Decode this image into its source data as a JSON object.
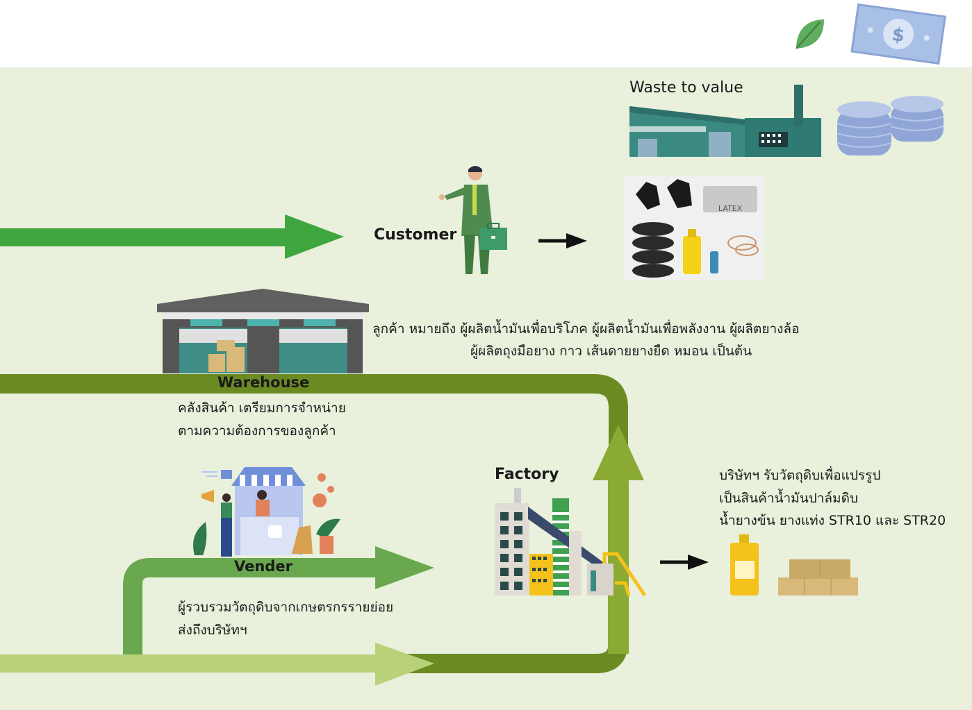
{
  "labels": {
    "waste_to_value": "Waste to value",
    "customer": "Customer",
    "warehouse": "Warehouse",
    "factory": "Factory",
    "vender": "Vender"
  },
  "products": {
    "latex_text": "LATEX"
  },
  "descriptions": {
    "customer_line1": "ลูกค้า หมายถึง  ผู้ผลิตน้ำมันเพื่อบริโภค ผู้ผลิตน้ำมันเพื่อพลังงาน ผู้ผลิตยางล้อ",
    "customer_line2": "ผู้ผลิตถุงมือยาง กาว เส้นดายยางยืด หมอน เป็นต้น",
    "warehouse_line1": "คลังสินค้า เตรียมการจำหน่าย",
    "warehouse_line2": "ตามความต้องการของลูกค้า",
    "factory_line1": "บริษัทฯ รับวัตถุดิบเพื่อแปรรูป",
    "factory_line2": "เป็นสินค้าน้ำมันปาล์มดิบ",
    "factory_line3": "น้ำยางข้น ยางแท่ง STR10 และ STR20",
    "vender_line1": "ผู้รวบรวมวัตถุดิบจากเกษตรกรรายย่อย",
    "vender_line2": "ส่งถึงบริษัทฯ"
  },
  "colors": {
    "panel_bg": "#e9f0dc",
    "arrow_top": "#3fa63f",
    "arrow_dark": "#6b8b22",
    "arrow_mid": "#6aa84f",
    "arrow_light": "#b9d27a",
    "teal": "#3a8a82"
  },
  "icons": [
    "leaf-icon",
    "dollar-bill-icon",
    "factory-icon",
    "coins-icon",
    "customer-icon",
    "products-icon",
    "warehouse-icon",
    "vender-shop-icon",
    "factory-building-icon",
    "palm-oil-bottle-icon",
    "rubber-bales-icon"
  ]
}
